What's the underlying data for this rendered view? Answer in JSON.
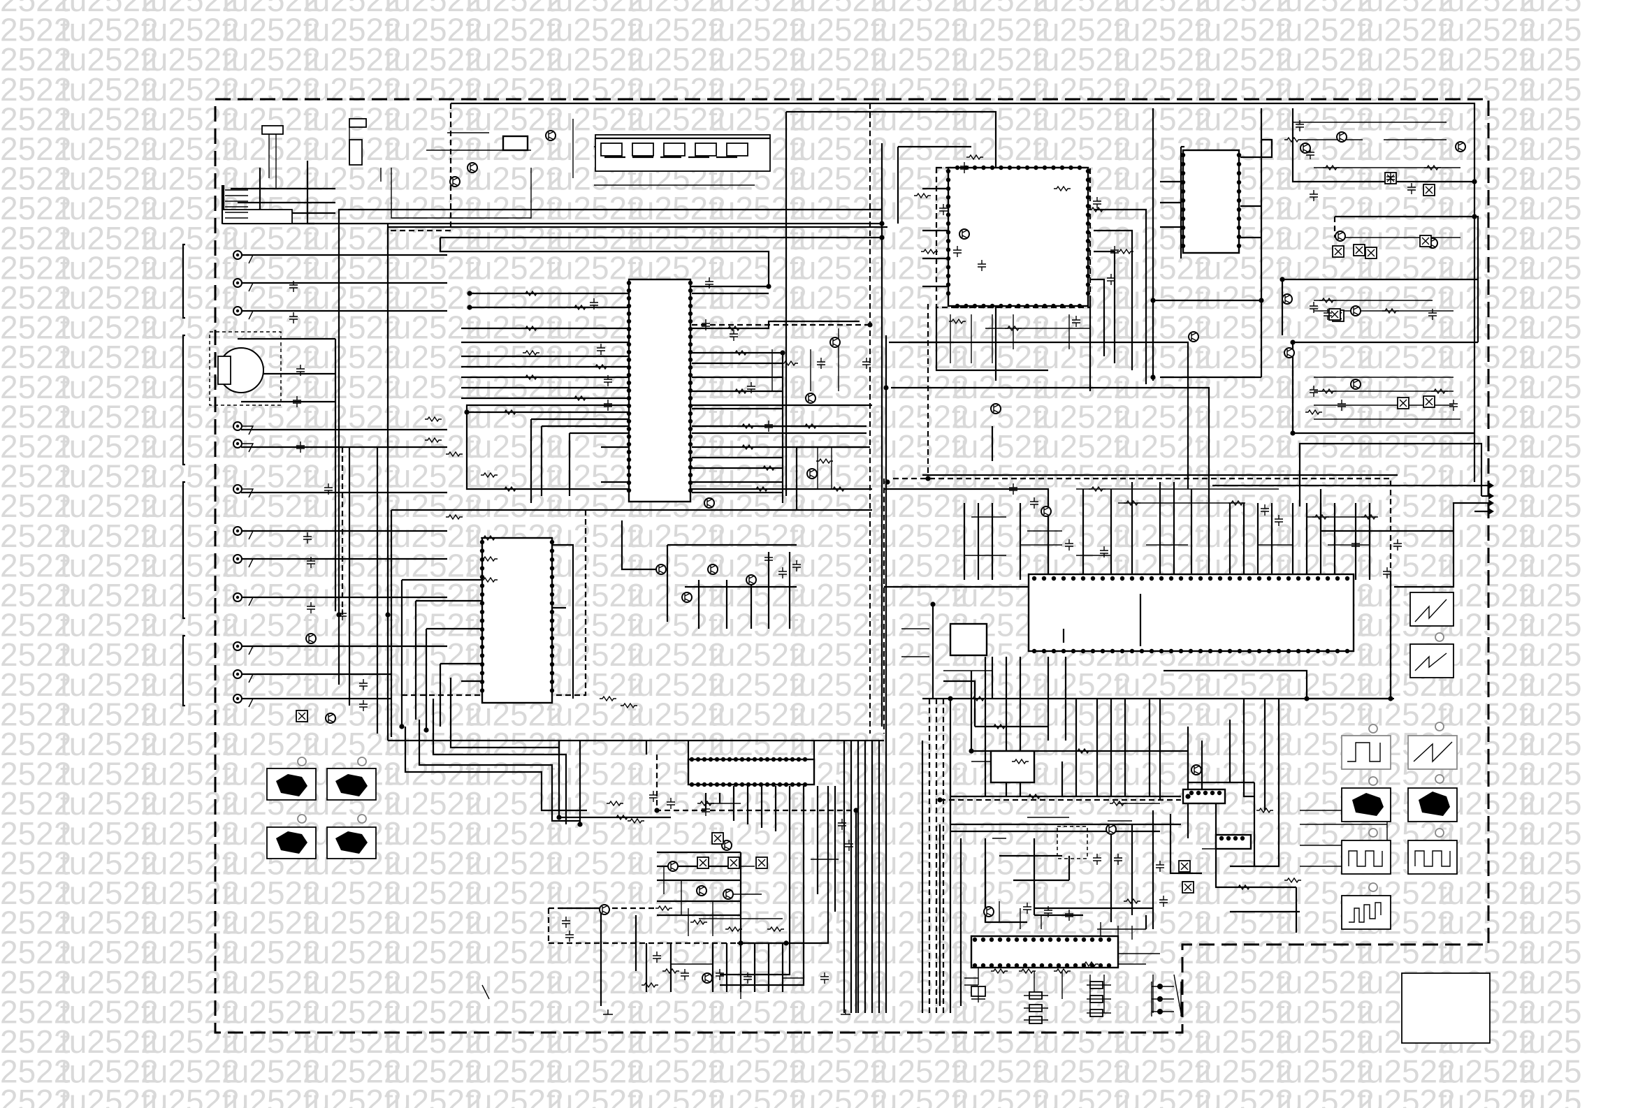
{
  "watermark": {
    "text": "tu2522",
    "fragment_left": "2522",
    "fragment_right": "tu25",
    "color": "#d9d9d9"
  },
  "diagram": {
    "line_color": "#000000",
    "background": "#ffffff"
  }
}
